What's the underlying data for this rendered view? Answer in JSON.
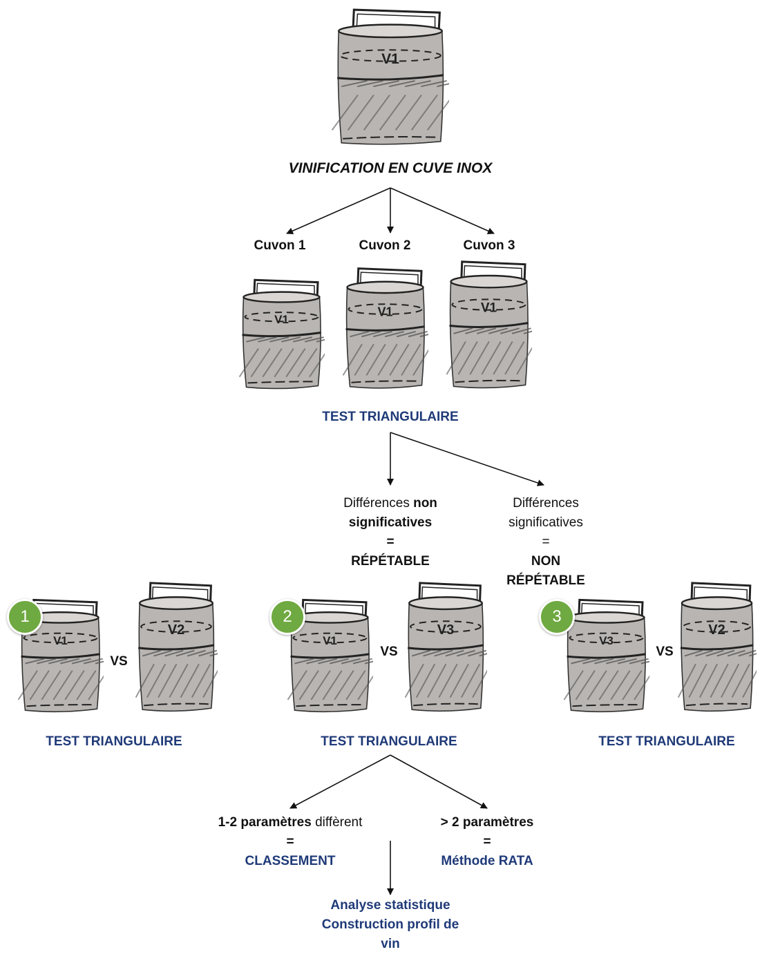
{
  "title": "VINIFICATION EN CUVE INOX",
  "main_tank_label": "V1",
  "cuvons": [
    {
      "name": "Cuvon 1",
      "tank_label": "V1"
    },
    {
      "name": "Cuvon 2",
      "tank_label": "V1"
    },
    {
      "name": "Cuvon 3",
      "tank_label": "V1"
    }
  ],
  "test_triangulaire": "TEST TRIANGULAIRE",
  "branch_left": {
    "line1_pre": "Différences ",
    "line1_bold": "non",
    "line2": "significatives",
    "eq": "=",
    "result": "RÉPÉTABLE"
  },
  "branch_right": {
    "line1": "Différences",
    "line2": "significatives",
    "eq": "=",
    "result_line1": "NON",
    "result_line2": "RÉPÉTABLE"
  },
  "comparisons": [
    {
      "number": "1",
      "left": "V1",
      "vs": "VS",
      "right": "V2",
      "test": "TEST TRIANGULAIRE"
    },
    {
      "number": "2",
      "left": "V1",
      "vs": "VS",
      "right": "V3",
      "test": "TEST TRIANGULAIRE"
    },
    {
      "number": "3",
      "left": "V3",
      "vs": "VS",
      "right": "V2",
      "test": "TEST TRIANGULAIRE"
    }
  ],
  "outcome_left": {
    "line1_bold": "1-2 paramètres",
    "line1_rest": " diffèrent",
    "eq": "=",
    "result": "CLASSEMENT"
  },
  "outcome_right": {
    "line1": "> 2 paramètres",
    "eq": "=",
    "result": "Méthode RATA"
  },
  "final": {
    "line1": "Analyse statistique",
    "line2": "Construction profil de",
    "line3": "vin"
  },
  "colors": {
    "accent_blue": "#1f3a78",
    "badge_green": "#6fa941",
    "tank_fill": "#b9b5b2",
    "ink": "#222222"
  }
}
